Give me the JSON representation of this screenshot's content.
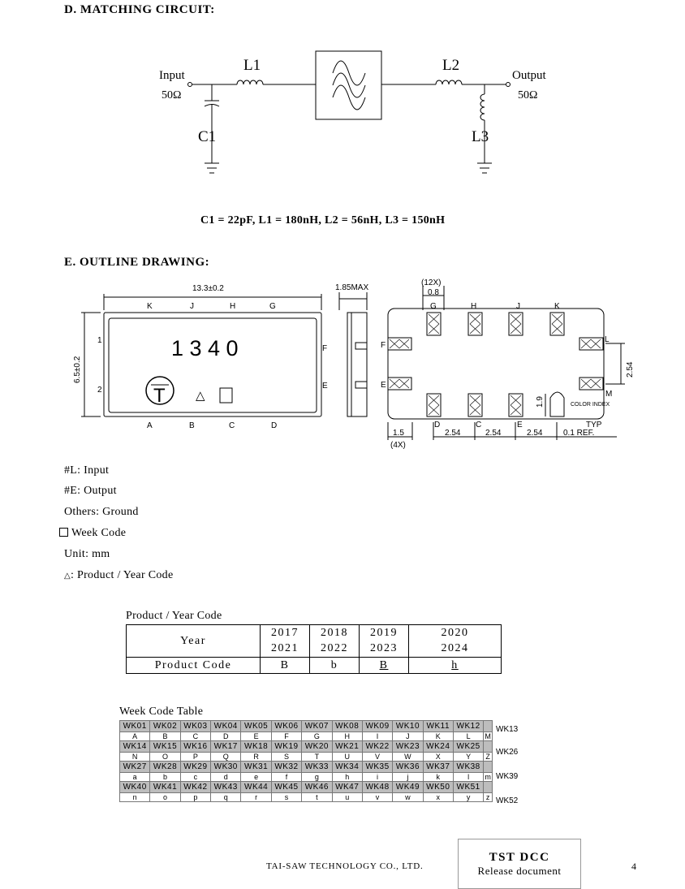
{
  "sections": {
    "matching_title": "D. MATCHING CIRCUIT:",
    "outline_title": "E. OUTLINE DRAWING:"
  },
  "circuit": {
    "input_label": "Input",
    "input_imp": "50Ω",
    "output_label": "Output",
    "output_imp": "50Ω",
    "l1": "L1",
    "l2": "L2",
    "l3": "L3",
    "c1": "C1",
    "formula": "C1 = 22pF, L1 = 180nH, L2 = 56nH, L3 = 150nH"
  },
  "outline": {
    "width_dim": "13.3±0.2",
    "height_dim": "6.5±0.2",
    "max_dim": "1.85MAX",
    "marking": "1 3 4 0",
    "logo_letter": "T",
    "triangle": "△",
    "top_pins": [
      "K",
      "J",
      "H",
      "G"
    ],
    "bottom_pins": [
      "A",
      "B",
      "C",
      "D"
    ],
    "right_pins": [
      "F",
      "E"
    ],
    "left_marks": [
      "1",
      "2"
    ],
    "pad_12x": "(12X)",
    "pad_08": "0.8",
    "pad_top_labels": [
      "G",
      "H",
      "J",
      "K"
    ],
    "pad_left_labels": [
      "F",
      "E"
    ],
    "pad_right_labels": [
      "L",
      "M"
    ],
    "pad_bottom_labels": [
      "D",
      "C",
      "E"
    ],
    "dim_254_side": "2.54",
    "dim_19": "1.9",
    "dim_15": "1.5",
    "dim_4x": "(4X)",
    "dim_254_a": "2.54",
    "dim_254_b": "2.54",
    "dim_254_c": "2.54",
    "color_index": "COLOR INDEX",
    "typ": "TYP",
    "ref": "0.1 REF."
  },
  "notes": {
    "pin_l": "#L: Input",
    "pin_e": "#E: Output",
    "others": "Others: Ground",
    "week_code": "Week Code",
    "unit": "Unit: mm",
    "product_year": ": Product / Year Code"
  },
  "product_table": {
    "title": "Product / Year Code",
    "year_label": "Year",
    "product_label": "Product Code",
    "columns": [
      {
        "y1": "2017",
        "y2": "2021",
        "code": "B"
      },
      {
        "y1": "2018",
        "y2": "2022",
        "code": "b"
      },
      {
        "y1": "2019",
        "y2": "2023",
        "code": "B"
      },
      {
        "y1": "2020",
        "y2": "2024",
        "code": "h"
      }
    ]
  },
  "week_table": {
    "title": "Week Code Table",
    "rows": [
      {
        "weeks": [
          "WK01",
          "WK02",
          "WK03",
          "WK04",
          "WK05",
          "WK06",
          "WK07",
          "WK08",
          "WK09",
          "WK10",
          "WK11",
          "WK12",
          "WK13"
        ],
        "codes": [
          "A",
          "B",
          "C",
          "D",
          "E",
          "F",
          "G",
          "H",
          "I",
          "J",
          "K",
          "L",
          "M"
        ]
      },
      {
        "weeks": [
          "WK14",
          "WK15",
          "WK16",
          "WK17",
          "WK18",
          "WK19",
          "WK20",
          "WK21",
          "WK22",
          "WK23",
          "WK24",
          "WK25",
          "WK26"
        ],
        "codes": [
          "N",
          "O",
          "P",
          "Q",
          "R",
          "S",
          "T",
          "U",
          "V",
          "W",
          "X",
          "Y",
          "Z"
        ]
      },
      {
        "weeks": [
          "WK27",
          "WK28",
          "WK29",
          "WK30",
          "WK31",
          "WK32",
          "WK33",
          "WK34",
          "WK35",
          "WK36",
          "WK37",
          "WK38",
          "WK39"
        ],
        "codes": [
          "a",
          "b",
          "c",
          "d",
          "e",
          "f",
          "g",
          "h",
          "i",
          "j",
          "k",
          "l",
          "m"
        ]
      },
      {
        "weeks": [
          "WK40",
          "WK41",
          "WK42",
          "WK43",
          "WK44",
          "WK45",
          "WK46",
          "WK47",
          "WK48",
          "WK49",
          "WK50",
          "WK51",
          "WK52"
        ],
        "codes": [
          "n",
          "o",
          "p",
          "q",
          "r",
          "s",
          "t",
          "u",
          "v",
          "w",
          "x",
          "y",
          "z"
        ]
      }
    ]
  },
  "footer": {
    "company": "TAI-SAW TECHNOLOGY CO., LTD.",
    "tst": "TST DCC",
    "release": "Release document",
    "page": "4"
  }
}
